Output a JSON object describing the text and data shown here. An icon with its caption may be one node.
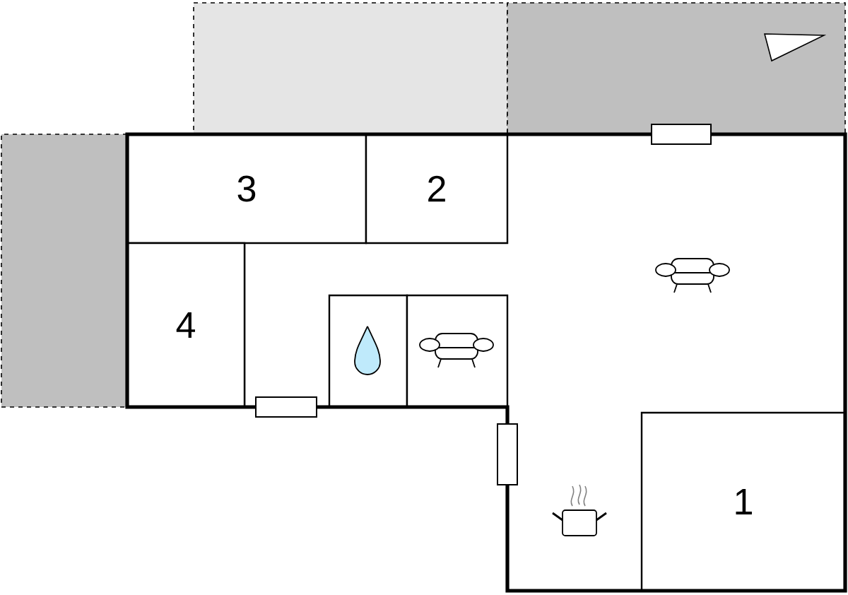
{
  "diagram": {
    "nodes": [
      {
        "text": [],
        "shape": "box"
      },
      {
        "text": [],
        "shape": "box"
      },
      {
        "text": [],
        "shape": "box"
      },
      {
        "text": [
          "3"
        ]
      },
      {
        "text": [
          "2"
        ]
      },
      {
        "text": [
          "4"
        ]
      },
      {
        "text": [],
        "shape": "box"
      },
      {
        "text": [],
        "shape": "box"
      },
      {
        "text": [
          "1"
        ]
      }
    ]
  }
}
